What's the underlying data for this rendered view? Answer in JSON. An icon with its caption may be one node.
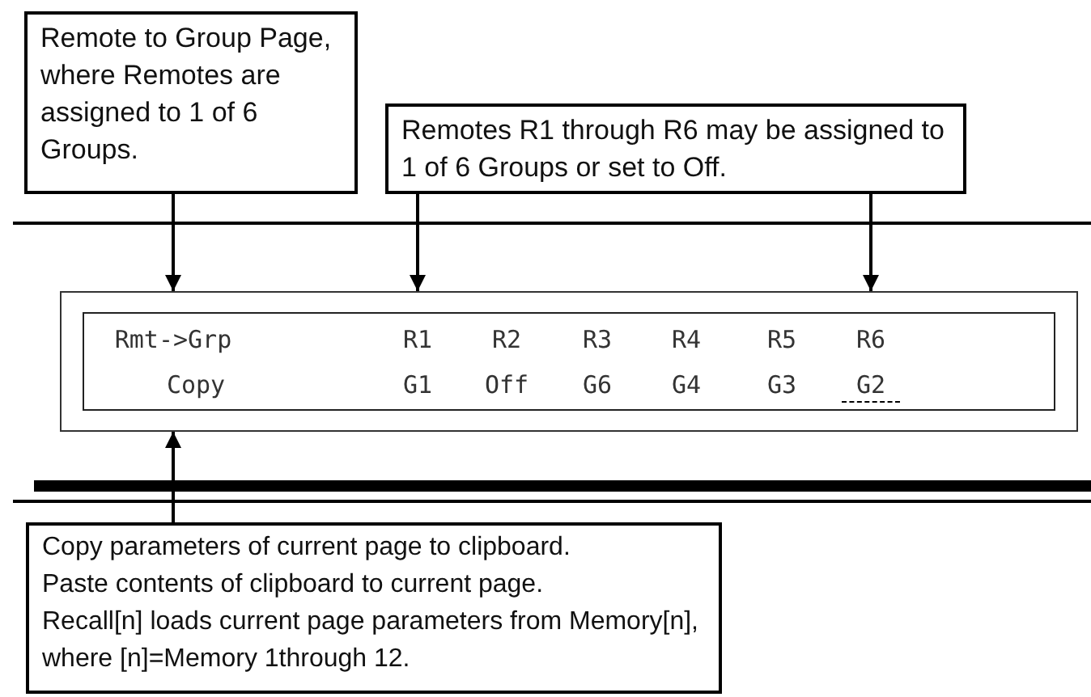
{
  "diagram": {
    "nodes": [
      {
        "text": [
          "Remote to Group Page, where Remotes are assigned to 1 of 6 Groups."
        ]
      },
      {
        "text": [
          "Remotes R1 through R6 may be assigned to 1 of 6 Groups or set to Off."
        ]
      },
      {
        "text": [],
        "shape": "box"
      },
      {
        "text": [
          "Copy parameters of current page to clipboard.",
          "Paste contents of clipboard to current page.",
          "Recall[n] loads current page parameters from Memory[n], where [n]=Memory 1through 12."
        ]
      }
    ],
    "edges": [
      {
        "from": 0,
        "to": 2,
        "arrow": "to"
      },
      {
        "from": 1,
        "to": 2,
        "arrow": "to"
      },
      {
        "from": 1,
        "to": 2,
        "arrow": "to"
      },
      {
        "from": 3,
        "to": 2,
        "arrow": "to"
      }
    ],
    "labels": [
      "Rmt->Grp",
      "R1",
      "R2",
      "R3",
      "R4",
      "R5",
      "R6",
      "Copy",
      "G1",
      "Off",
      "G6",
      "G4",
      "G3",
      "G2"
    ]
  }
}
